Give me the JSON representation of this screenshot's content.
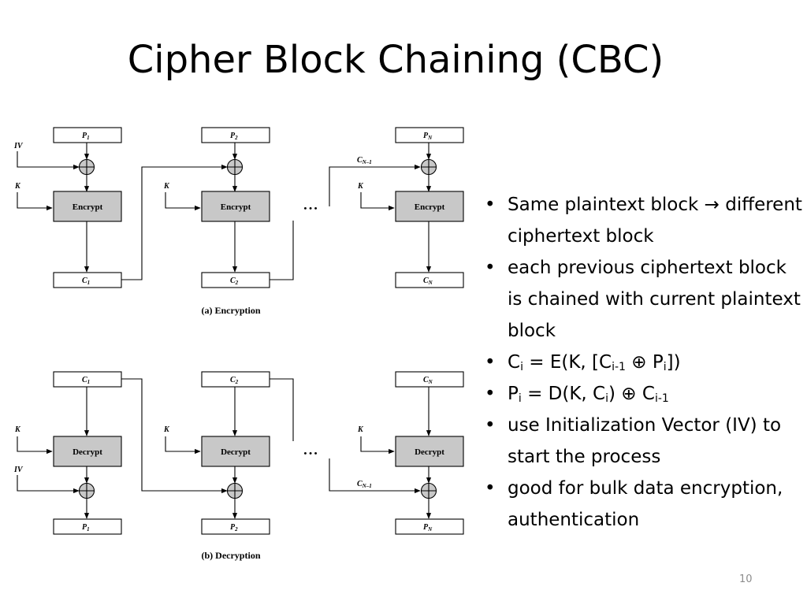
{
  "slide": {
    "title": "Cipher Block Chaining (CBC)",
    "page_number": "10"
  },
  "diagram": {
    "encryption": {
      "caption": "(a) Encryption",
      "iv_label": "IV",
      "key_label": "K",
      "chain_label": "C",
      "chain_label_sub": "N–1",
      "block_label": "Encrypt",
      "columns": [
        {
          "input": "P",
          "input_sub": "1",
          "output": "C",
          "output_sub": "1"
        },
        {
          "input": "P",
          "input_sub": "2",
          "output": "C",
          "output_sub": "2"
        },
        {
          "input": "P",
          "input_sub": "N",
          "output": "C",
          "output_sub": "N"
        }
      ],
      "ellipsis": "• • •"
    },
    "decryption": {
      "caption": "(b) Decryption",
      "iv_label": "IV",
      "key_label": "K",
      "chain_label": "C",
      "chain_label_sub": "N–1",
      "block_label": "Decrypt",
      "columns": [
        {
          "input": "C",
          "input_sub": "1",
          "output": "P",
          "output_sub": "1"
        },
        {
          "input": "C",
          "input_sub": "2",
          "output": "P",
          "output_sub": "2"
        },
        {
          "input": "C",
          "input_sub": "N",
          "output": "P",
          "output_sub": "N"
        }
      ],
      "ellipsis": "• • •"
    }
  },
  "bullets": {
    "b1": {
      "text": "Same plaintext block ",
      "arrow": "→",
      "text2": " different ciphertext block"
    },
    "b2": {
      "text": "each previous ciphertext block is chained with current plaintext block"
    },
    "b3": {
      "c": "C",
      "i": "i",
      "mid": " = E(K, [C",
      "sub1": "i-1",
      "xor": " ⊕ P",
      "sub2": "i",
      "end": "])"
    },
    "b4": {
      "p": "P",
      "i": "i",
      "mid": " = D(K, C",
      "sub1": "i",
      "xor": ") ⊕ C",
      "sub2": "i-1"
    },
    "b5": {
      "text": "use Initialization Vector (IV) to start the process"
    },
    "b6": {
      "text": "good for bulk data encryption, authentication"
    }
  }
}
